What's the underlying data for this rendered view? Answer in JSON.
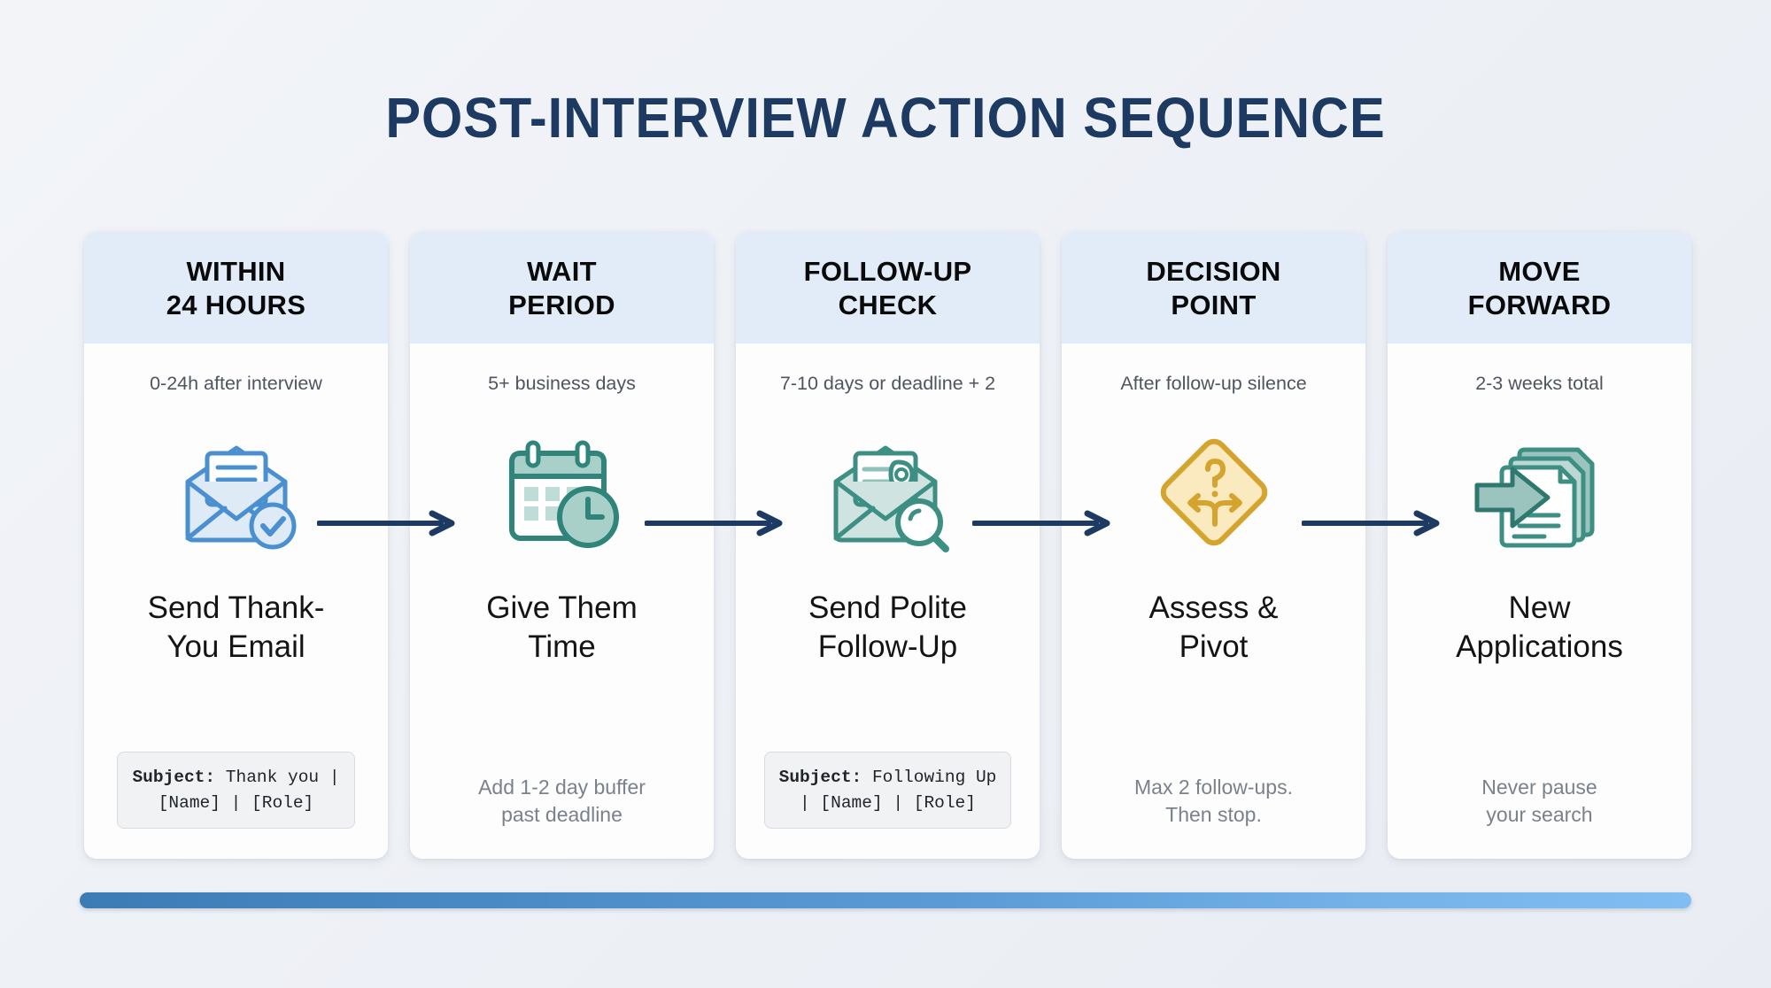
{
  "title": "POST-INTERVIEW ACTION SEQUENCE",
  "colors": {
    "title": "#1d3a63",
    "card_header_bg": "#e2ecf9",
    "arrow": "#1d3a63",
    "icon_blue": "#4a90d0",
    "icon_teal": "#3d8f83",
    "icon_amber": "#d9a game"
  },
  "cards": [
    {
      "header": "WITHIN\n24 HOURS",
      "subtitle": "0-24h after interview",
      "icon": "envelope-check-icon",
      "title": "Send Thank-\nYou Email",
      "footer_type": "code",
      "footer_label": "Subject:",
      "footer_text": " Thank you |\n[Name] | [Role]"
    },
    {
      "header": "WAIT\nPERIOD",
      "subtitle": "5+ business days",
      "icon": "calendar-clock-icon",
      "title": "Give Them\nTime",
      "footer_type": "note",
      "footer_text": "Add 1-2 day buffer\npast deadline"
    },
    {
      "header": "FOLLOW-UP\nCHECK",
      "subtitle": "7-10 days or deadline + 2",
      "icon": "envelope-search-icon",
      "title": "Send Polite\nFollow-Up",
      "footer_type": "code",
      "footer_label": "Subject:",
      "footer_text": " Following Up\n| [Name] | [Role]"
    },
    {
      "header": "DECISION\nPOINT",
      "subtitle": "After follow-up silence",
      "icon": "decision-diamond-icon",
      "title": "Assess &\nPivot",
      "footer_type": "note",
      "footer_text": "Max 2 follow-ups.\nThen stop."
    },
    {
      "header": "MOVE\nFORWARD",
      "subtitle": "2-3 weeks total",
      "icon": "documents-arrow-icon",
      "title": "New\nApplications",
      "footer_type": "note",
      "footer_text": "Never pause\nyour search"
    }
  ],
  "arrows": [
    {
      "name": "arrow-1-to-2"
    },
    {
      "name": "arrow-2-to-3"
    },
    {
      "name": "arrow-3-to-4"
    },
    {
      "name": "arrow-4-to-5"
    }
  ]
}
